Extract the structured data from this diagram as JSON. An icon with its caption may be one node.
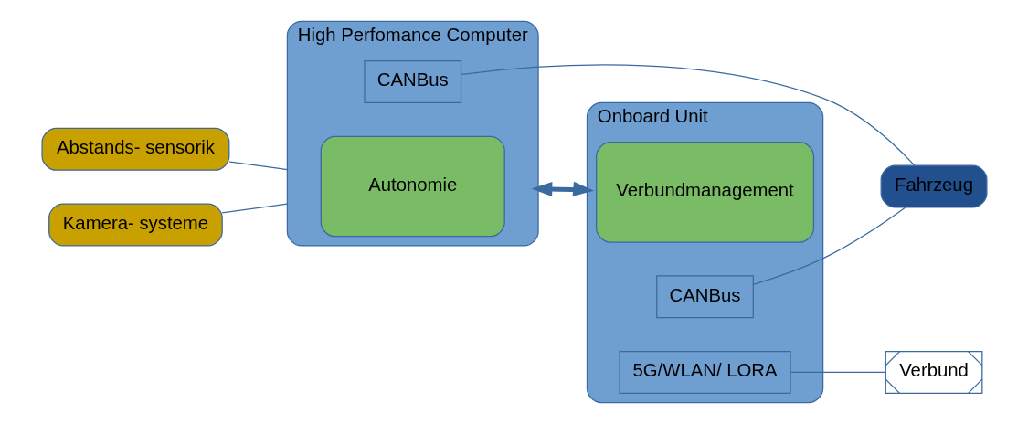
{
  "diagram": {
    "nodes": [
      {
        "text": [
          "High Perfomance Computer"
        ]
      },
      {
        "text": [
          "Autonomie"
        ],
        "in": 0
      },
      {
        "text": [
          "CANBus"
        ],
        "in": 0
      },
      {
        "text": [
          "Onboard Unit"
        ]
      },
      {
        "text": [
          "Verbundmanagement"
        ],
        "in": 3
      },
      {
        "text": [
          "CANBus"
        ],
        "in": 3
      },
      {
        "text": [
          "5G/WLAN/ LORA"
        ],
        "in": 3
      },
      {
        "text": [
          "Abstands- sensorik"
        ]
      },
      {
        "text": [
          "Kamera- systeme"
        ]
      },
      {
        "text": [
          "Fahrzeug"
        ]
      },
      {
        "text": [
          "Verbund"
        ]
      }
    ],
    "edges": [
      {
        "from": 7,
        "to": 0,
        "arrow": "none"
      },
      {
        "from": 8,
        "to": 0,
        "arrow": "none"
      },
      {
        "from": 0,
        "to": 3,
        "arrow": "both",
        "style": "thick"
      },
      {
        "from": 2,
        "to": 9,
        "arrow": "none"
      },
      {
        "from": 5,
        "to": 9,
        "arrow": "none"
      },
      {
        "from": 6,
        "to": 10,
        "arrow": "none"
      }
    ]
  }
}
